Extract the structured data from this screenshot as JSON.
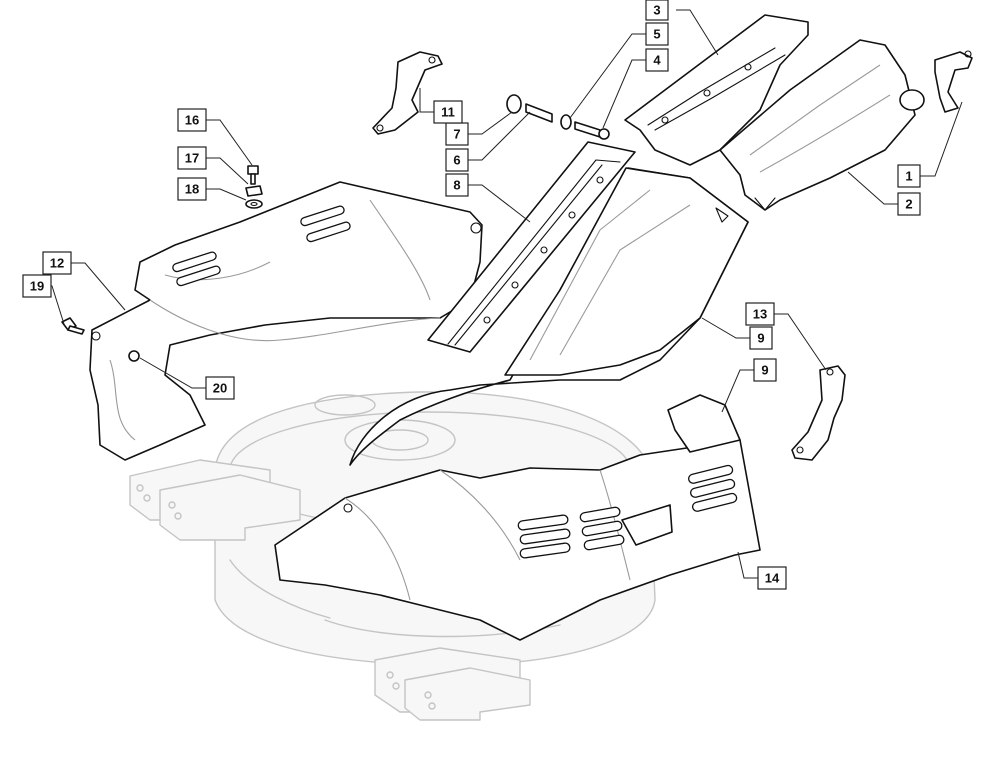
{
  "diagram": {
    "callouts": [
      {
        "id": "c1",
        "label": "1"
      },
      {
        "id": "c2",
        "label": "2"
      },
      {
        "id": "c3",
        "label": "3"
      },
      {
        "id": "c4",
        "label": "4"
      },
      {
        "id": "c5",
        "label": "5"
      },
      {
        "id": "c6",
        "label": "6"
      },
      {
        "id": "c7",
        "label": "7"
      },
      {
        "id": "c8",
        "label": "8"
      },
      {
        "id": "c9a",
        "label": "9"
      },
      {
        "id": "c9b",
        "label": "9"
      },
      {
        "id": "c11",
        "label": "11"
      },
      {
        "id": "c12",
        "label": "12"
      },
      {
        "id": "c13",
        "label": "13"
      },
      {
        "id": "c14",
        "label": "14"
      },
      {
        "id": "c16",
        "label": "16"
      },
      {
        "id": "c17",
        "label": "17"
      },
      {
        "id": "c18",
        "label": "18"
      },
      {
        "id": "c19",
        "label": "19"
      },
      {
        "id": "c20",
        "label": "20"
      }
    ]
  }
}
